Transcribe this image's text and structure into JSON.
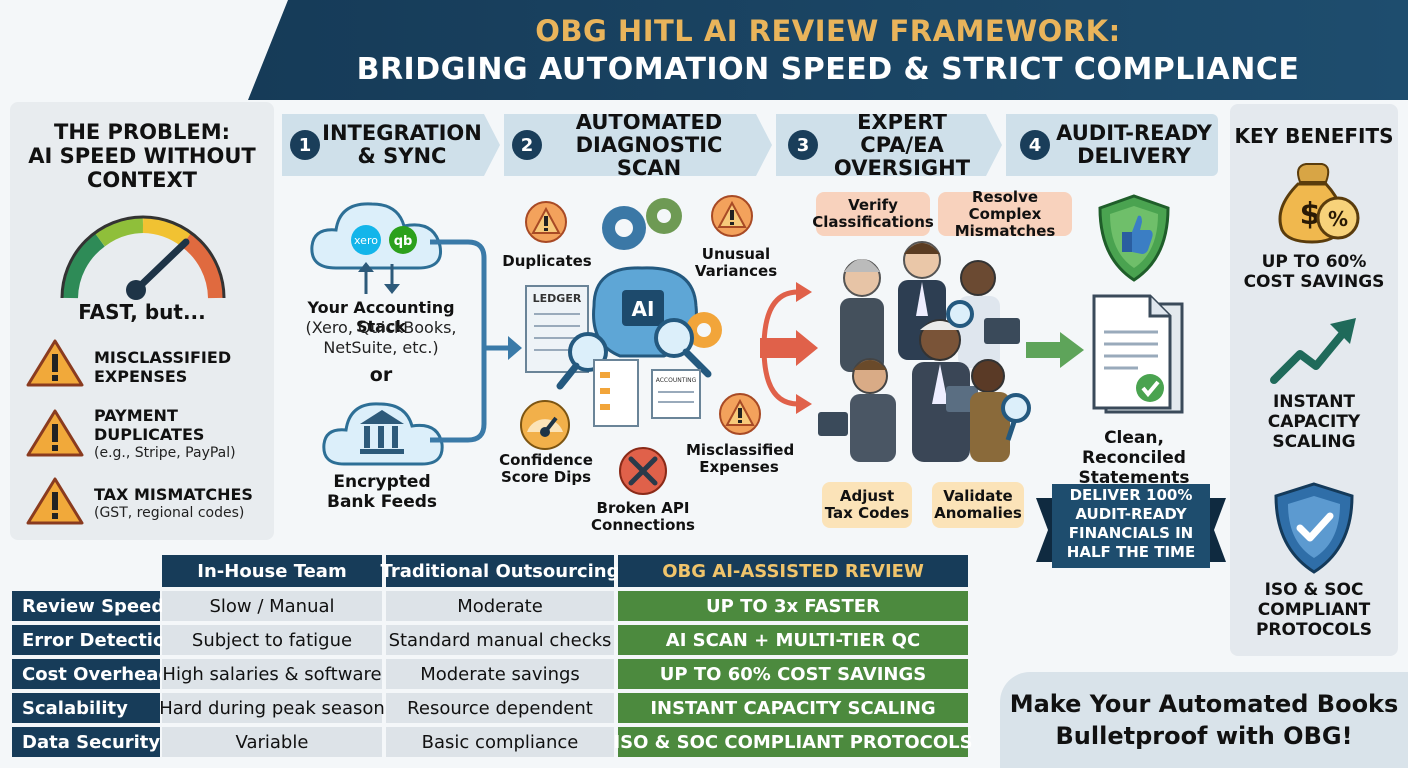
{
  "header": {
    "title_line1": "OBG HITL AI REVIEW FRAMEWORK:",
    "title_line2": "BRIDGING AUTOMATION SPEED & STRICT COMPLIANCE"
  },
  "problem": {
    "title": [
      "THE PROBLEM:",
      "AI SPEED WITHOUT",
      "CONTEXT"
    ],
    "gauge_caption": "FAST, but...",
    "items": [
      {
        "label": [
          "MISCLASSIFIED",
          "EXPENSES"
        ],
        "detail": ""
      },
      {
        "label": [
          "PAYMENT",
          "DUPLICATES"
        ],
        "detail": "(e.g., Stripe, PayPal)"
      },
      {
        "label": [
          "TAX MISMATCHES"
        ],
        "detail": "(GST, regional codes)"
      }
    ]
  },
  "steps": [
    {
      "num": "1",
      "label": [
        "INTEGRATION",
        "& SYNC"
      ]
    },
    {
      "num": "2",
      "label": [
        "AUTOMATED",
        "DIAGNOSTIC SCAN"
      ]
    },
    {
      "num": "3",
      "label": [
        "EXPERT CPA/EA",
        "OVERSIGHT"
      ]
    },
    {
      "num": "4",
      "label": [
        "AUDIT-READY",
        "DELIVERY"
      ]
    }
  ],
  "integration": {
    "cloud_logos": [
      "xero",
      "qb"
    ],
    "stack_title": "Your Accounting Stack",
    "stack_detail": [
      "(Xero, QuickBooks,",
      "NetSuite, etc.)"
    ],
    "or_text": "or",
    "bank_label": [
      "Encrypted",
      "Bank Feeds"
    ]
  },
  "scan": {
    "ai_label": "AI",
    "ledger_label": "LEDGER",
    "receipt_label": "ACCOUNTING",
    "issues": {
      "duplicates": "Duplicates",
      "variances": [
        "Unusual",
        "Variances"
      ],
      "confidence": [
        "Confidence",
        "Score Dips"
      ],
      "misclassified": [
        "Misclassified",
        "Expenses"
      ],
      "api": [
        "Broken API",
        "Connections"
      ]
    }
  },
  "oversight": {
    "tasks": {
      "verify": [
        "Verify",
        "Classifications"
      ],
      "resolve": [
        "Resolve Complex",
        "Mismatches"
      ],
      "adjust": [
        "Adjust",
        "Tax Codes"
      ],
      "validate": [
        "Validate",
        "Anomalies"
      ]
    }
  },
  "delivery": {
    "doc_label": [
      "Clean, Reconciled",
      "Statements"
    ],
    "banner": [
      "DELIVER 100%",
      "AUDIT-READY",
      "FINANCIALS IN",
      "HALF THE TIME"
    ]
  },
  "benefits": {
    "title": "KEY BENEFITS",
    "items": [
      {
        "label": [
          "UP TO 60%",
          "COST SAVINGS"
        ],
        "icon_text": "$%"
      },
      {
        "label": [
          "INSTANT",
          "CAPACITY",
          "SCALING"
        ]
      },
      {
        "label": [
          "ISO & SOC",
          "COMPLIANT",
          "PROTOCOLS"
        ]
      }
    ]
  },
  "table": {
    "columns": [
      "In-House Team",
      "Traditional Outsourcing",
      "OBG AI-ASSISTED REVIEW"
    ],
    "rows": [
      {
        "label": "Review Speed",
        "cells": [
          "Slow / Manual",
          "Moderate",
          "UP TO 3x FASTER"
        ]
      },
      {
        "label": "Error Detection",
        "cells": [
          "Subject to fatigue",
          "Standard manual checks",
          "AI SCAN + MULTI-TIER QC"
        ]
      },
      {
        "label": "Cost Overhead",
        "cells": [
          "High salaries & software",
          "Moderate savings",
          "UP TO 60% COST SAVINGS"
        ]
      },
      {
        "label": "Scalability",
        "cells": [
          "Hard during peak season",
          "Resource dependent",
          "INSTANT CAPACITY SCALING"
        ]
      },
      {
        "label": "Data Security",
        "cells": [
          "Variable",
          "Basic compliance",
          "ISO & SOC COMPLIANT PROTOCOLS"
        ]
      }
    ]
  },
  "cta": {
    "lines": [
      "Make Your Automated Books",
      "Bulletproof with OBG!"
    ]
  },
  "colors": {
    "navy": "#173c59",
    "gold": "#e9b45b",
    "green": "#4c8a3e",
    "warning": "#f1a93a",
    "danger": "#e06a3f"
  }
}
